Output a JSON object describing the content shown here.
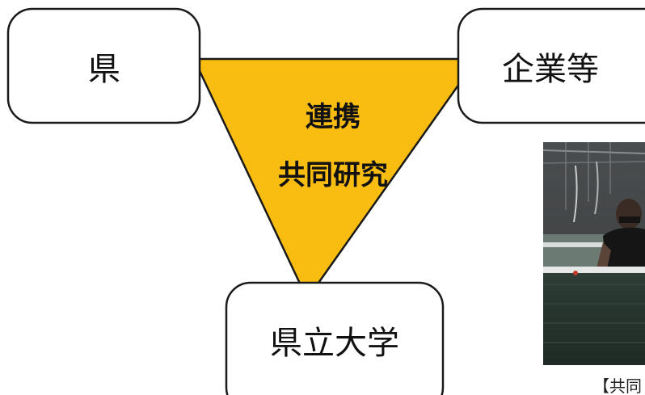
{
  "colors": {
    "triangle_fill": "#f9bd12",
    "triangle_stroke": "#1a1a1a",
    "box_fill": "#ffffff",
    "box_stroke": "#1a1a1a"
  },
  "nodes": {
    "prefecture": "県",
    "companies": "企業等",
    "university": "県立大学"
  },
  "center": {
    "line1": "連携",
    "line2": "共同研究"
  },
  "photo": {
    "subject": "laboratory-worker-with-water-tanks",
    "caption": "【共同"
  }
}
